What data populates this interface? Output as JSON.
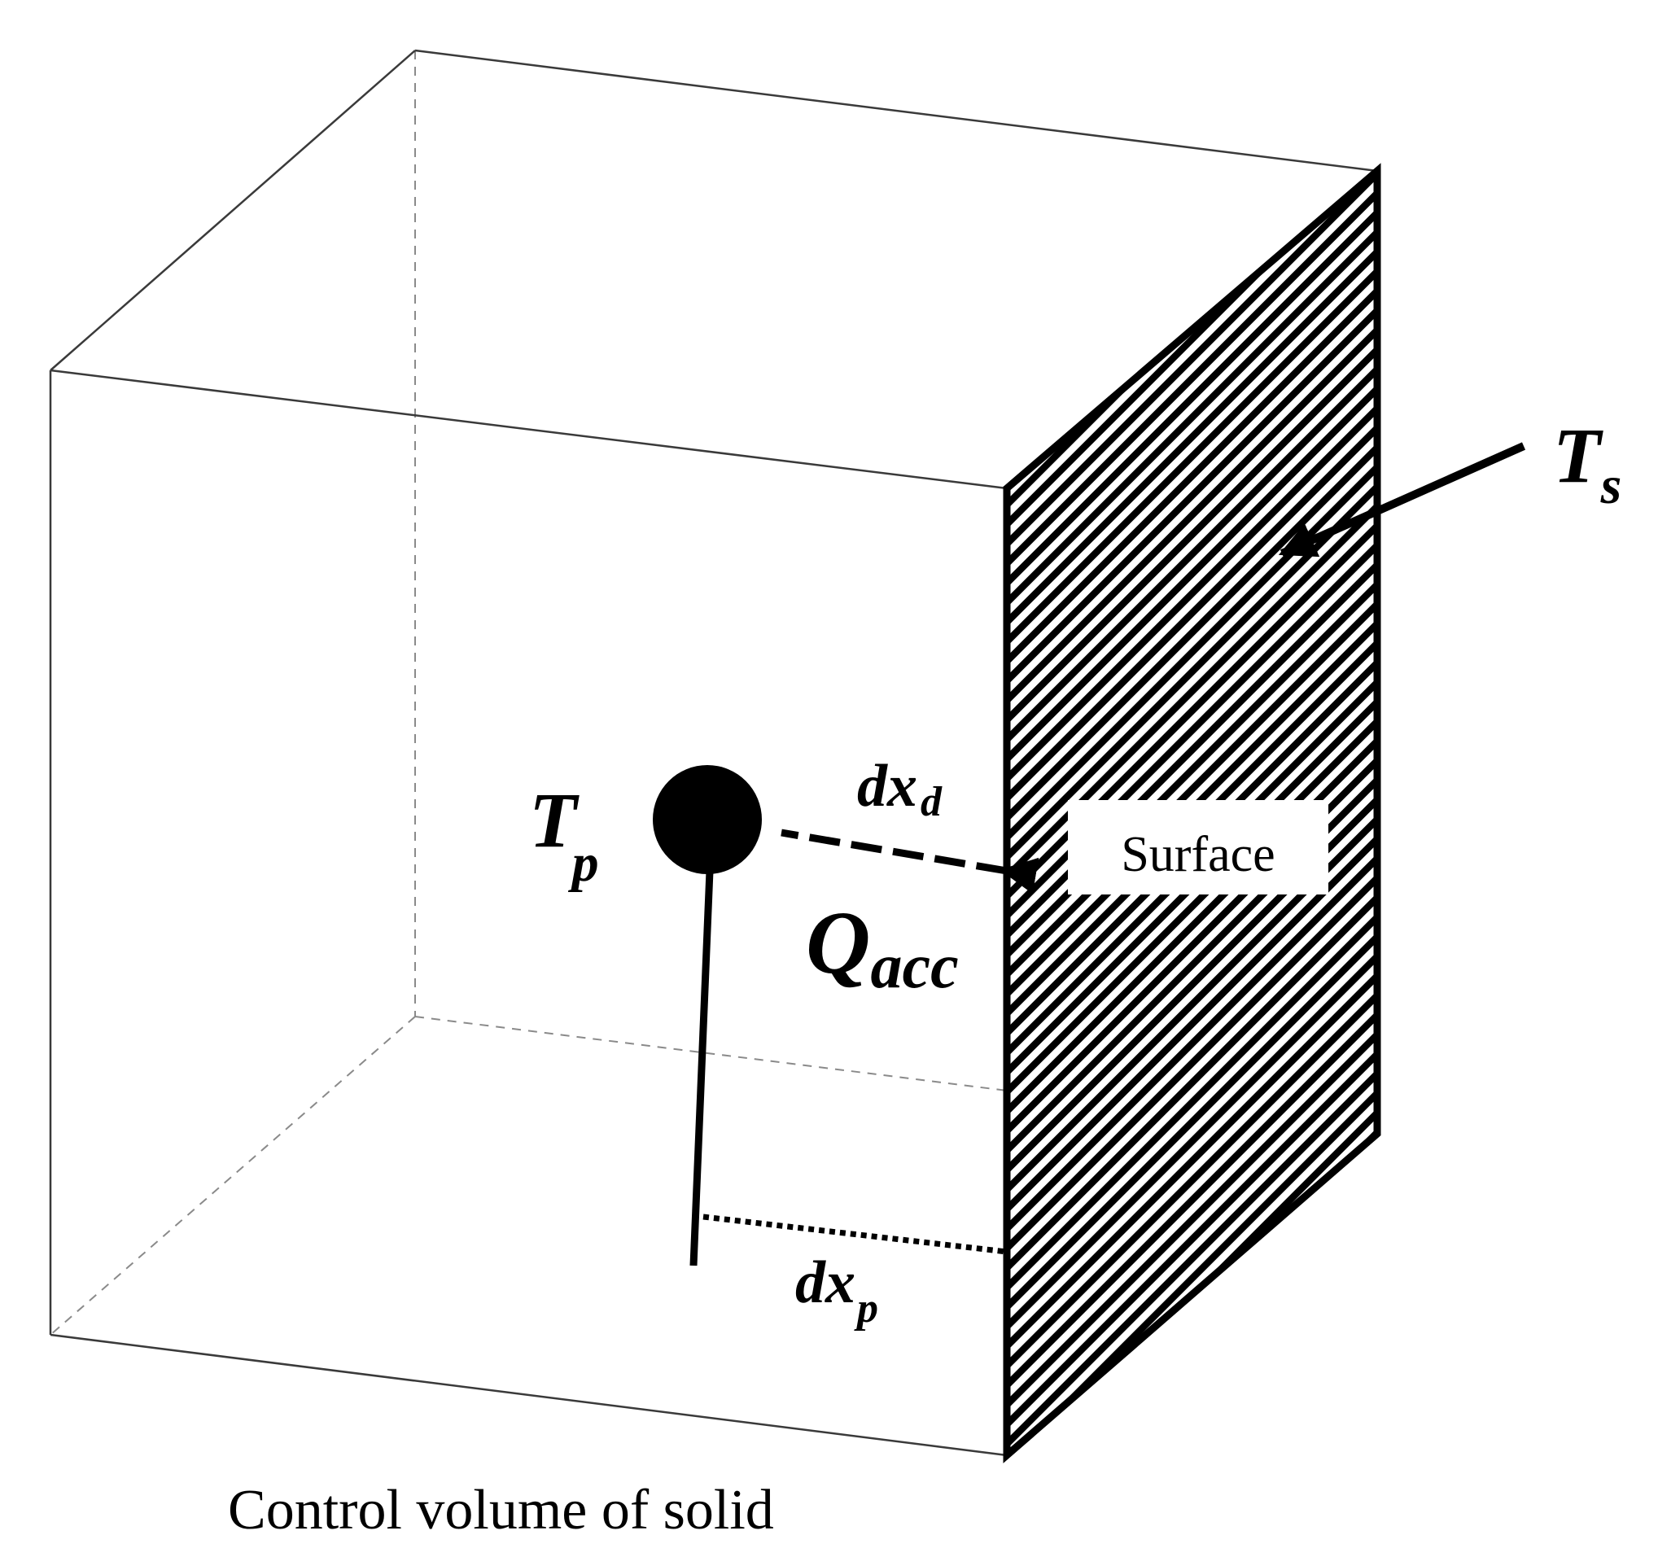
{
  "labels": {
    "surface_temperature": {
      "main": "T",
      "sub": "s"
    },
    "particle_temperature": {
      "main": "T",
      "sub": "p"
    },
    "distance_d": {
      "main": "dx",
      "sub": "d"
    },
    "heat_accumulation": {
      "main": "Q",
      "sub": "acc"
    },
    "distance_p": {
      "main": "dx",
      "sub": "p"
    },
    "surface_box": "Surface",
    "caption": "Control volume of solid"
  },
  "colors": {
    "ink": "#000000",
    "cube_edge": "#3a3a3a",
    "hidden_edge": "#8a8a8a",
    "background": "#ffffff"
  }
}
